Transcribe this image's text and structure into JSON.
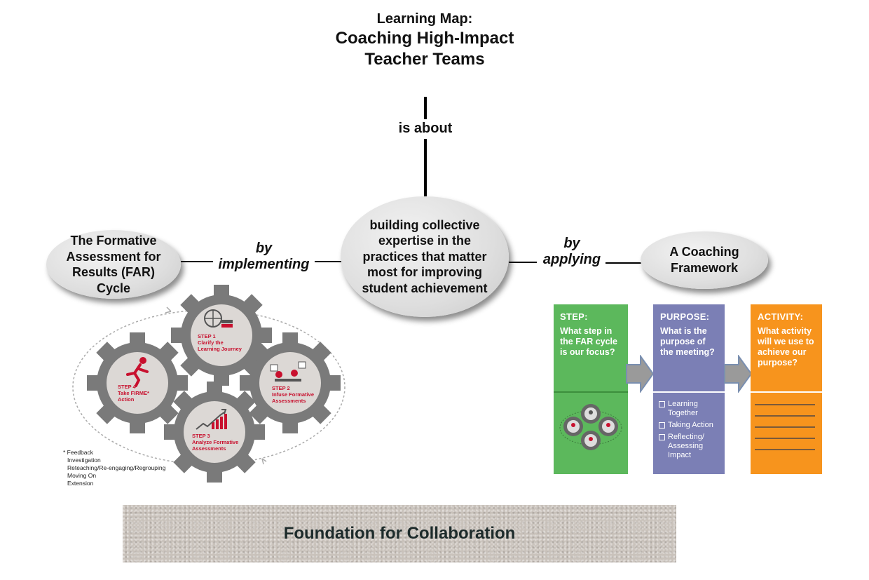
{
  "title": {
    "line1": "Learning Map:",
    "line2": "Coaching High-Impact",
    "line3": "Teacher Teams"
  },
  "connectors": {
    "top": "is about",
    "left_line1": "by",
    "left_line2": "implementing",
    "right_line1": "by",
    "right_line2": "applying"
  },
  "nodes": {
    "center": "building collective expertise in the practices that matter most for improving student achievement",
    "left": "The Formative Assessment for Results (FAR) Cycle",
    "right": "A Coaching Framework"
  },
  "far_cycle": {
    "step1": {
      "num": "STEP 1",
      "line1": "Clarify the",
      "line2": "Learning Journey"
    },
    "step2": {
      "num": "STEP 2",
      "line1": "Infuse Formative",
      "line2": "Assessments"
    },
    "step3": {
      "num": "STEP 3",
      "line1": "Analyze Formative",
      "line2": "Assessments"
    },
    "step4": {
      "num": "STEP 4",
      "line1": "Take FIRME*",
      "line2": "Action"
    },
    "footnote": [
      "* Feedback",
      "Investigation",
      "Reteaching/Re-engaging/Regrouping",
      "Moving On",
      "Extension"
    ],
    "accent_color": "#c8102e",
    "gear_color": "#7a7a7a"
  },
  "framework": {
    "step": {
      "title": "STEP:",
      "text": "What step in the FAR cycle is our focus?",
      "color": "#5cb85c"
    },
    "purpose": {
      "title": "PURPOSE:",
      "text": "What is the purpose of the meeting?",
      "items": [
        "Learning Together",
        "Taking Action",
        "Reflecting/ Assessing Impact"
      ],
      "color": "#7b7fb5"
    },
    "activity": {
      "title": "ACTIVITY:",
      "text": "What activity will we use to achieve our purpose?",
      "color": "#f7941d"
    }
  },
  "foundation": "Foundation for Collaboration"
}
